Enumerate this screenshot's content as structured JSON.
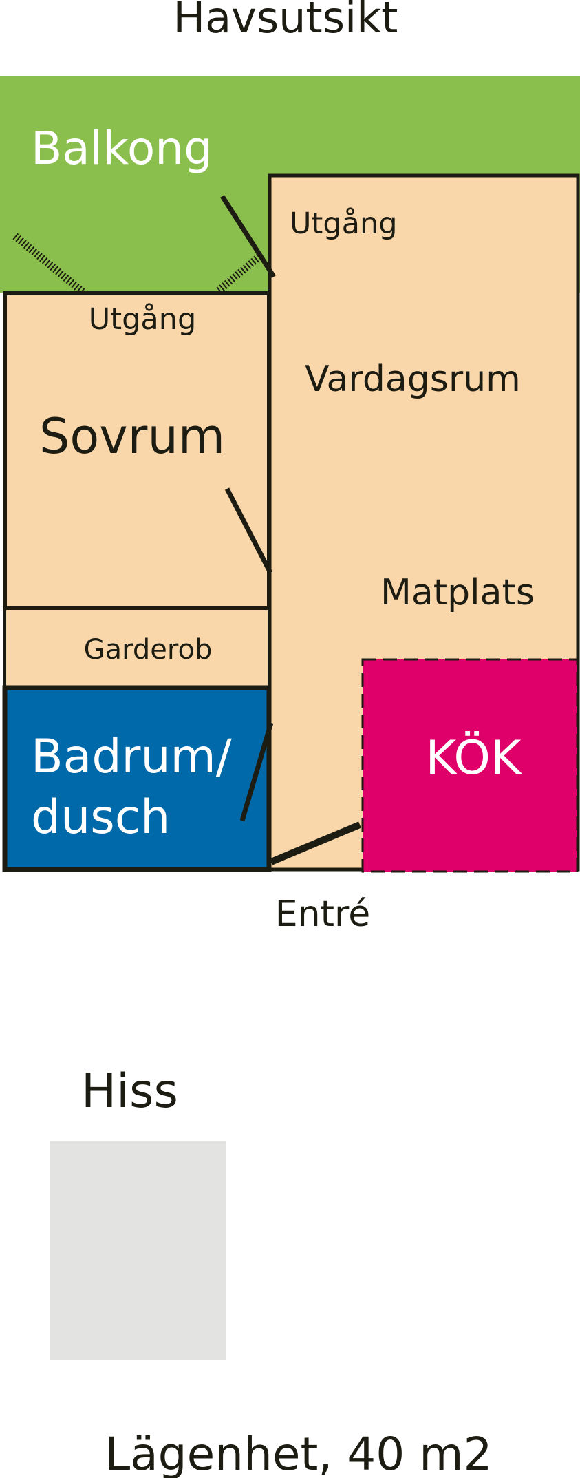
{
  "title": "Havsutsikt",
  "rooms": {
    "balcony": "Balkong",
    "living_exit": "Utgång",
    "living": "Vardagsrum",
    "dining": "Matplats",
    "bedroom_exit": "Utgång",
    "bedroom": "Sovrum",
    "wardrobe": "Garderob",
    "bathroom_line1": "Badrum/",
    "bathroom_line2": "dusch",
    "kitchen": "KÖK"
  },
  "entrance": "Entré",
  "elevator": "Hiss",
  "footer": "Lägenhet, 40 m2",
  "colors": {
    "balcony": "#8bbf4d",
    "room_fill": "#fad7ab",
    "bathroom": "#0069aa",
    "kitchen": "#e0006a",
    "wall": "#1c1c12",
    "elevator": "#e3e3e2",
    "text": "#1c1c12",
    "text_light": "#ffffff"
  }
}
